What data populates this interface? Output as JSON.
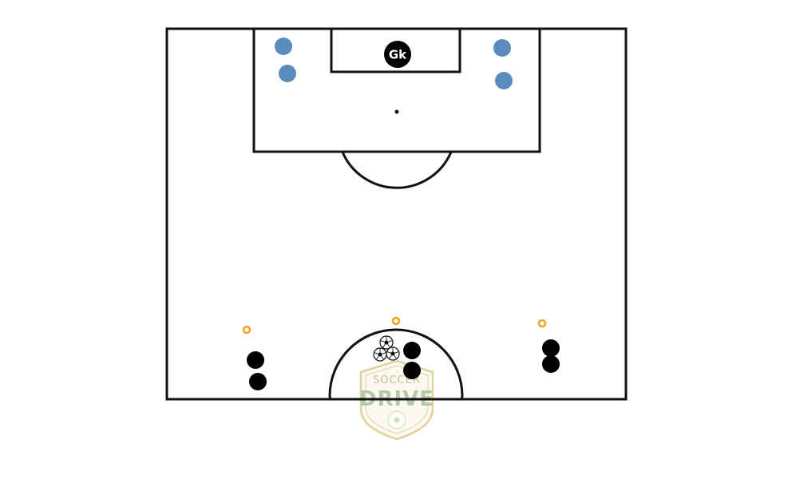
{
  "diagram": {
    "goalkeeper_label": "Gk",
    "colors": {
      "pitch_lines": "#111111",
      "background": "#ffffff",
      "team_blue": "#5b8bbd",
      "team_black": "#000000",
      "cone": "#f3a21b",
      "watermark_gold": "#d8c27a",
      "watermark_green": "#9ab98e"
    },
    "watermark": {
      "line1": "SOCCER",
      "line2": "DRIVE"
    },
    "icons": {
      "ball": "soccer-ball-icon",
      "cone": "cone-icon"
    }
  }
}
